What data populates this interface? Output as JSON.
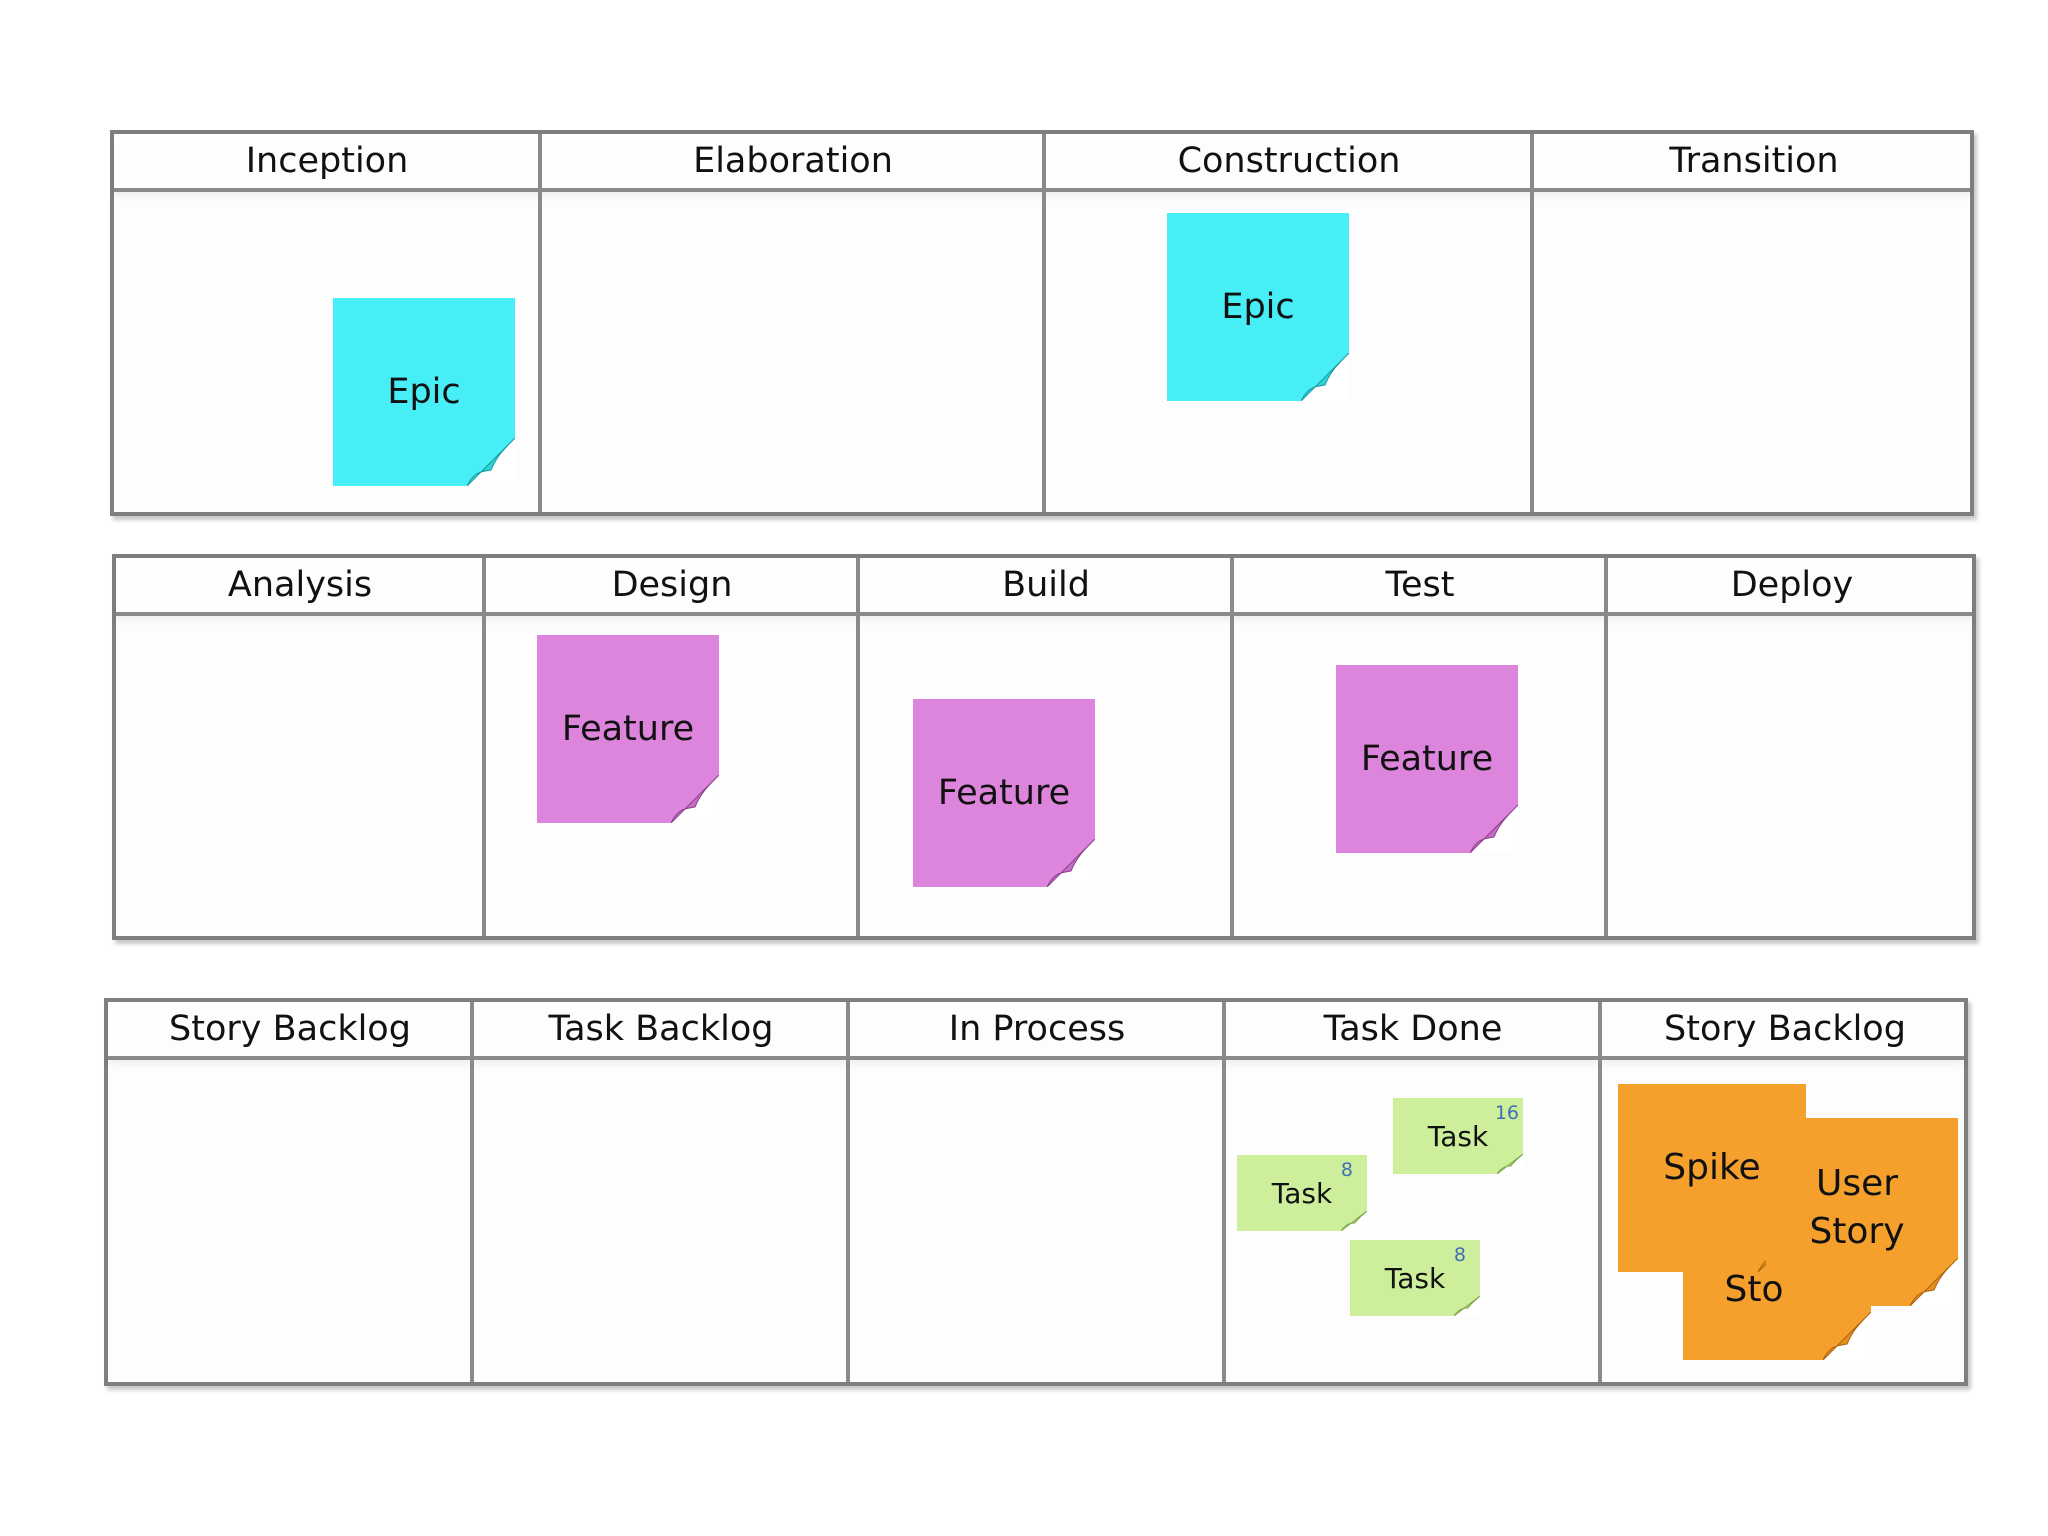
{
  "boards": [
    {
      "columns": [
        "Inception",
        "Elaboration",
        "Construction",
        "Transition"
      ]
    },
    {
      "columns": [
        "Analysis",
        "Design",
        "Build",
        "Test",
        "Deploy"
      ]
    },
    {
      "columns": [
        "Story Backlog",
        "Task Backlog",
        "In Process",
        "Task Done",
        "Story Backlog"
      ]
    }
  ],
  "notes": {
    "epic_inception": "Epic",
    "epic_construction": "Epic",
    "feature_design": "Feature",
    "feature_build": "Feature",
    "feature_test": "Feature",
    "task_a": {
      "label": "Task",
      "points": "8"
    },
    "task_b": {
      "label": "Task",
      "points": "16"
    },
    "task_c": {
      "label": "Task",
      "points": "8"
    },
    "spike": "Spike",
    "user_story": "User Story",
    "story_partial": "Sto"
  },
  "colors": {
    "epic": "#48eef6",
    "feature": "#dd84dd",
    "task": "#cdef9c",
    "story": "#f5a02d",
    "grid": "#8a8a8a"
  }
}
